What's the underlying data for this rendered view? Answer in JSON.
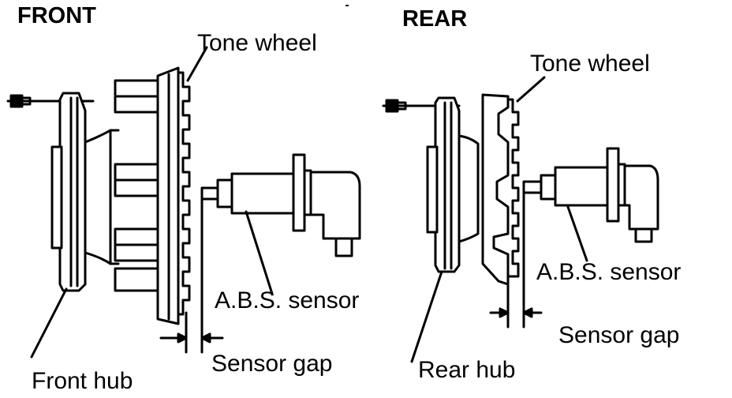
{
  "front": {
    "heading": "FRONT",
    "tone_wheel": "Tone wheel",
    "abs_sensor": "A.B.S. sensor",
    "sensor_gap": "Sensor gap",
    "hub": "Front hub"
  },
  "rear": {
    "heading": "REAR",
    "tone_wheel": "Tone wheel",
    "abs_sensor": "A.B.S. sensor",
    "sensor_gap": "Sensor gap",
    "hub": "Rear hub"
  },
  "colors": {
    "ink": "#000000",
    "paper": "#ffffff"
  }
}
